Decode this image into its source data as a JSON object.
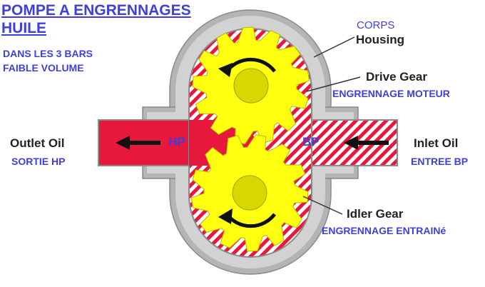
{
  "title": {
    "line1": "POMPE A ENGRENNAGES",
    "line2": "HUILE"
  },
  "note": {
    "line1": "DANS LES 3 BARS",
    "line2": "FAIBLE VOLUME"
  },
  "labels": {
    "housing_fr": "CORPS",
    "housing_en": "Housing",
    "drive_gear_en": "Drive Gear",
    "drive_gear_fr": "ENGRENNAGE MOTEUR",
    "idler_gear_en": "Idler Gear",
    "idler_gear_fr": "ENGRENNAGE ENTRAINé",
    "outlet_en": "Outlet Oil",
    "outlet_fr": "SORTIE HP",
    "inlet_en": "Inlet Oil",
    "inlet_fr": "ENTREE BP",
    "hp": "HP",
    "bp": "BP"
  },
  "colors": {
    "high_pressure": "#e8173c",
    "low_pressure_stripe": "#e8173c",
    "housing": "#b4b4b4",
    "gear": "#ffff10",
    "gear_hub": "#d8d800",
    "text_blue": "#3f3fe0"
  },
  "icons": {
    "drive_gear_rotation": "counterclockwise-arrow-icon",
    "idler_gear_rotation": "clockwise-arrow-icon",
    "flow": "left-arrow-icon"
  }
}
